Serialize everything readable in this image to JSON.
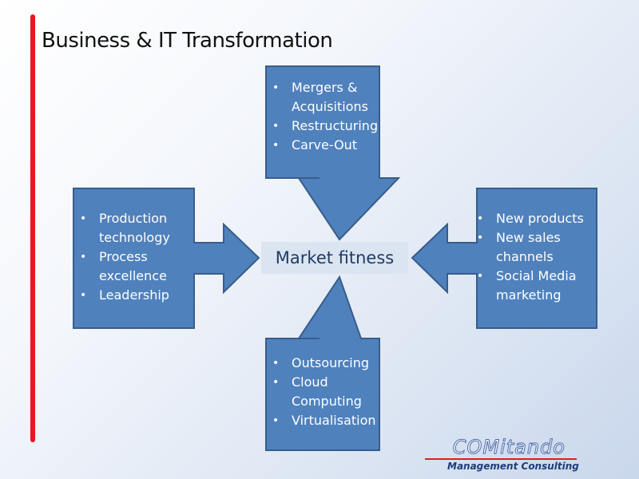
{
  "slide": {
    "title": "Business & IT Transformation"
  },
  "diagram": {
    "center": "Market fitness",
    "top": [
      "Mergers & Acquisitions",
      "Restructuring",
      "Carve-Out"
    ],
    "left": [
      "Production technology",
      "Process excellence",
      "Leadership"
    ],
    "right": [
      "New products",
      "New sales channels",
      "Social Media marketing"
    ],
    "bottom": [
      "Outsourcing",
      "Cloud Computing",
      "Virtualisation"
    ]
  },
  "logo": {
    "name": "COMitando",
    "tagline": "Management Consulting"
  },
  "colors": {
    "accent_red": "#e8181e",
    "arrow_fill": "#4f81bd",
    "arrow_stroke": "#385d8a",
    "center_box": "#dbe4f1"
  }
}
